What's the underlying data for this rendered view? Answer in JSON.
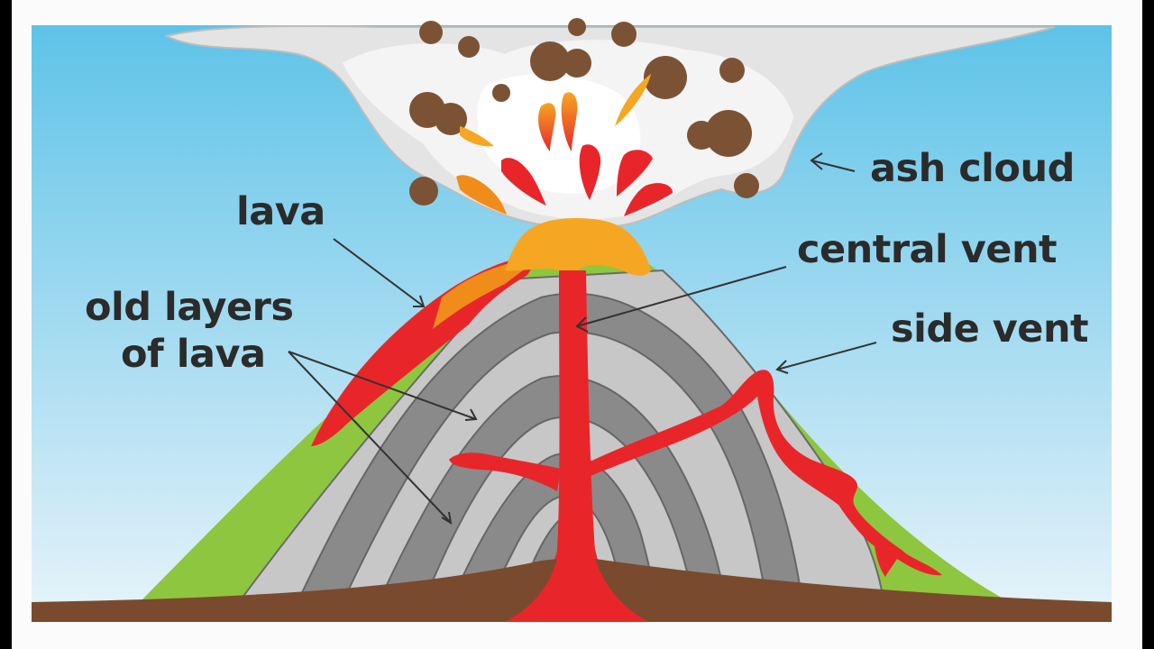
{
  "labels": {
    "ash_cloud": "ash cloud",
    "lava": "lava",
    "central_vent": "central vent",
    "side_vent": "side vent",
    "old_layers_line1": "old layers",
    "old_layers_line2": "of lava"
  },
  "colors": {
    "sky_top": "#5ec3e8",
    "sky_bottom": "#d9eef8",
    "ash": "#dedede",
    "rock": "#7b5234",
    "lava_red": "#e8262a",
    "lava_orange": "#f08d1a",
    "grass": "#8ec63f",
    "ground": "#7a4a2e",
    "layer_dark": "#8a8a8a",
    "layer_light": "#c7c7c7"
  }
}
